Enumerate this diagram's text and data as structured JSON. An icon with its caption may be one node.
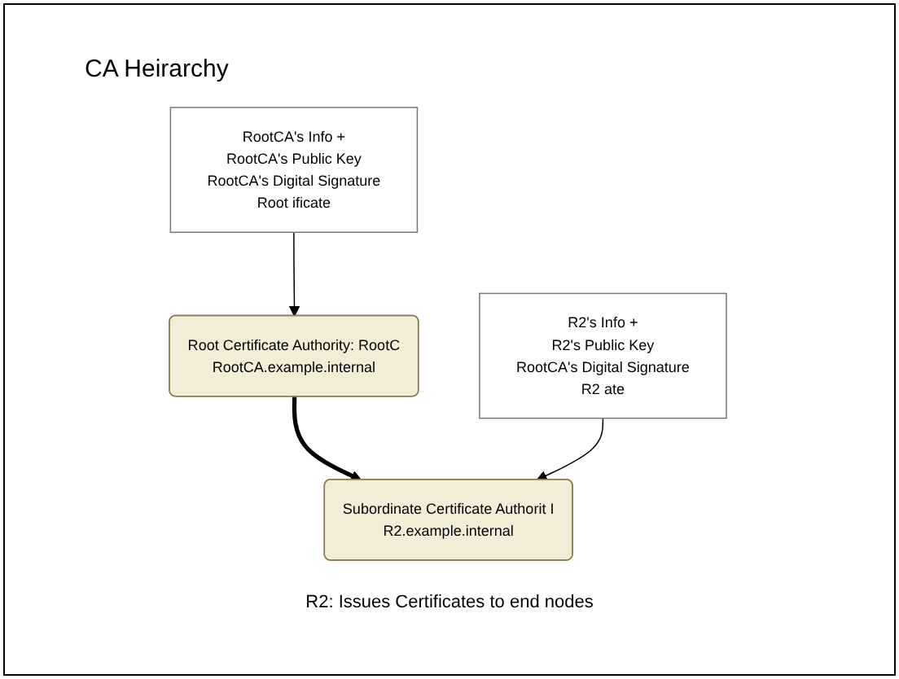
{
  "diagram": {
    "title": "CA Heirarchy",
    "nodes": [
      {
        "text": [
          "Root Certificate Authority: RootC",
          "RootCA.example.internal"
        ]
      },
      {
        "text": [
          "RootCA's Info +",
          "RootCA's Public Key",
          "RootCA's Digital Signature",
          "Root ificate"
        ]
      },
      {
        "text": [
          "R2's Info +",
          "R2's Public Key",
          "RootCA's Digital Signature",
          "R2 ate"
        ]
      },
      {
        "text": [
          "Subordinate Certificate Authorit I",
          "R2.example.internal"
        ]
      }
    ],
    "edges": [
      {
        "from": 1,
        "to": 0,
        "arrow": "to"
      },
      {
        "from": 0,
        "to": 3,
        "arrow": "to",
        "style": "thick"
      },
      {
        "from": 2,
        "to": 3,
        "arrow": "to"
      }
    ],
    "labels": [
      "R2: Issues Certificates to end nodes"
    ]
  }
}
